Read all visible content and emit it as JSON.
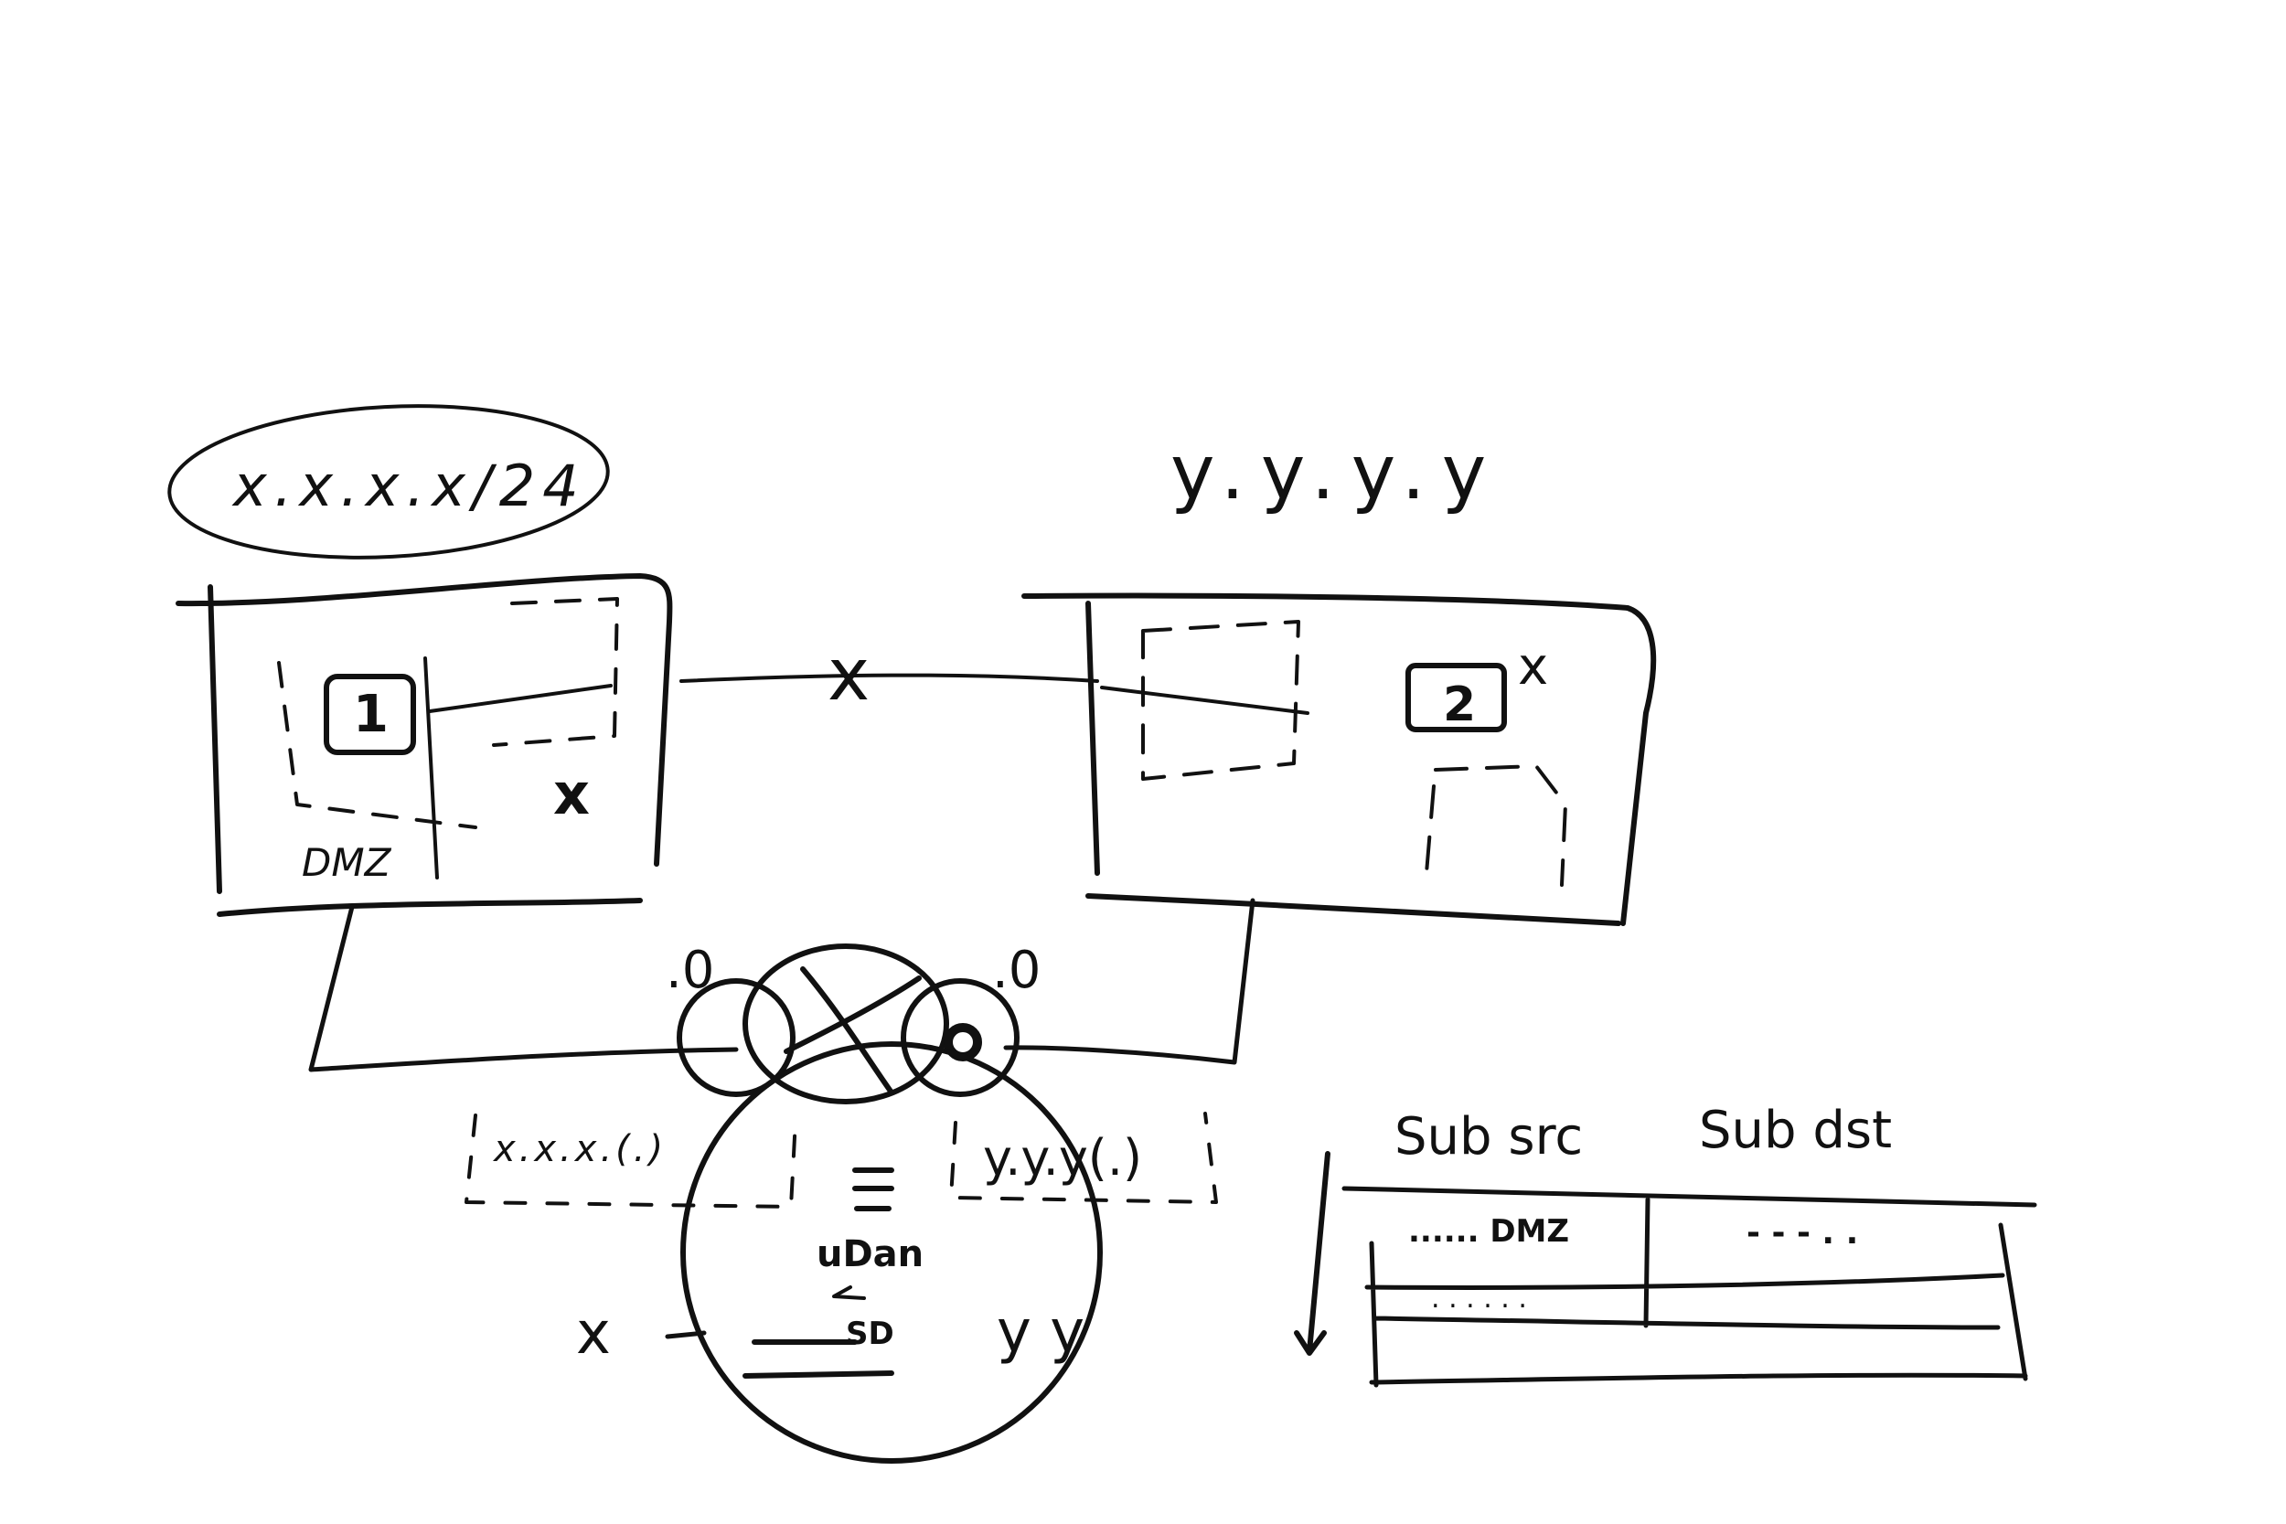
{
  "diagram": {
    "ink_color": "#111111",
    "background": "#ffffff",
    "left_network": {
      "address_label": "x.x.x.x/24",
      "zone_label": "DMZ",
      "host_label": "1",
      "marker": "x"
    },
    "right_network": {
      "address_label": "y.y.y.y",
      "host_label": "2",
      "marker": "x"
    },
    "link_marker": "x",
    "router": {
      "left_port_label": ".0",
      "right_port_label": ".0",
      "menu_icon": "hamburger-icon",
      "body_text": "uDan",
      "sub_text": "SD",
      "left_interface_label": "x.x.x.(.)",
      "right_interface_label": "y.y.y(.)",
      "left_side_label": "x",
      "right_side_label": "y y"
    },
    "rules_table": {
      "headers": [
        "Sub src",
        "Sub dst"
      ],
      "rows": [
        [
          "...... DMZ",
          "- - - . ."
        ],
        [
          ". . . . . .",
          ""
        ]
      ]
    }
  }
}
